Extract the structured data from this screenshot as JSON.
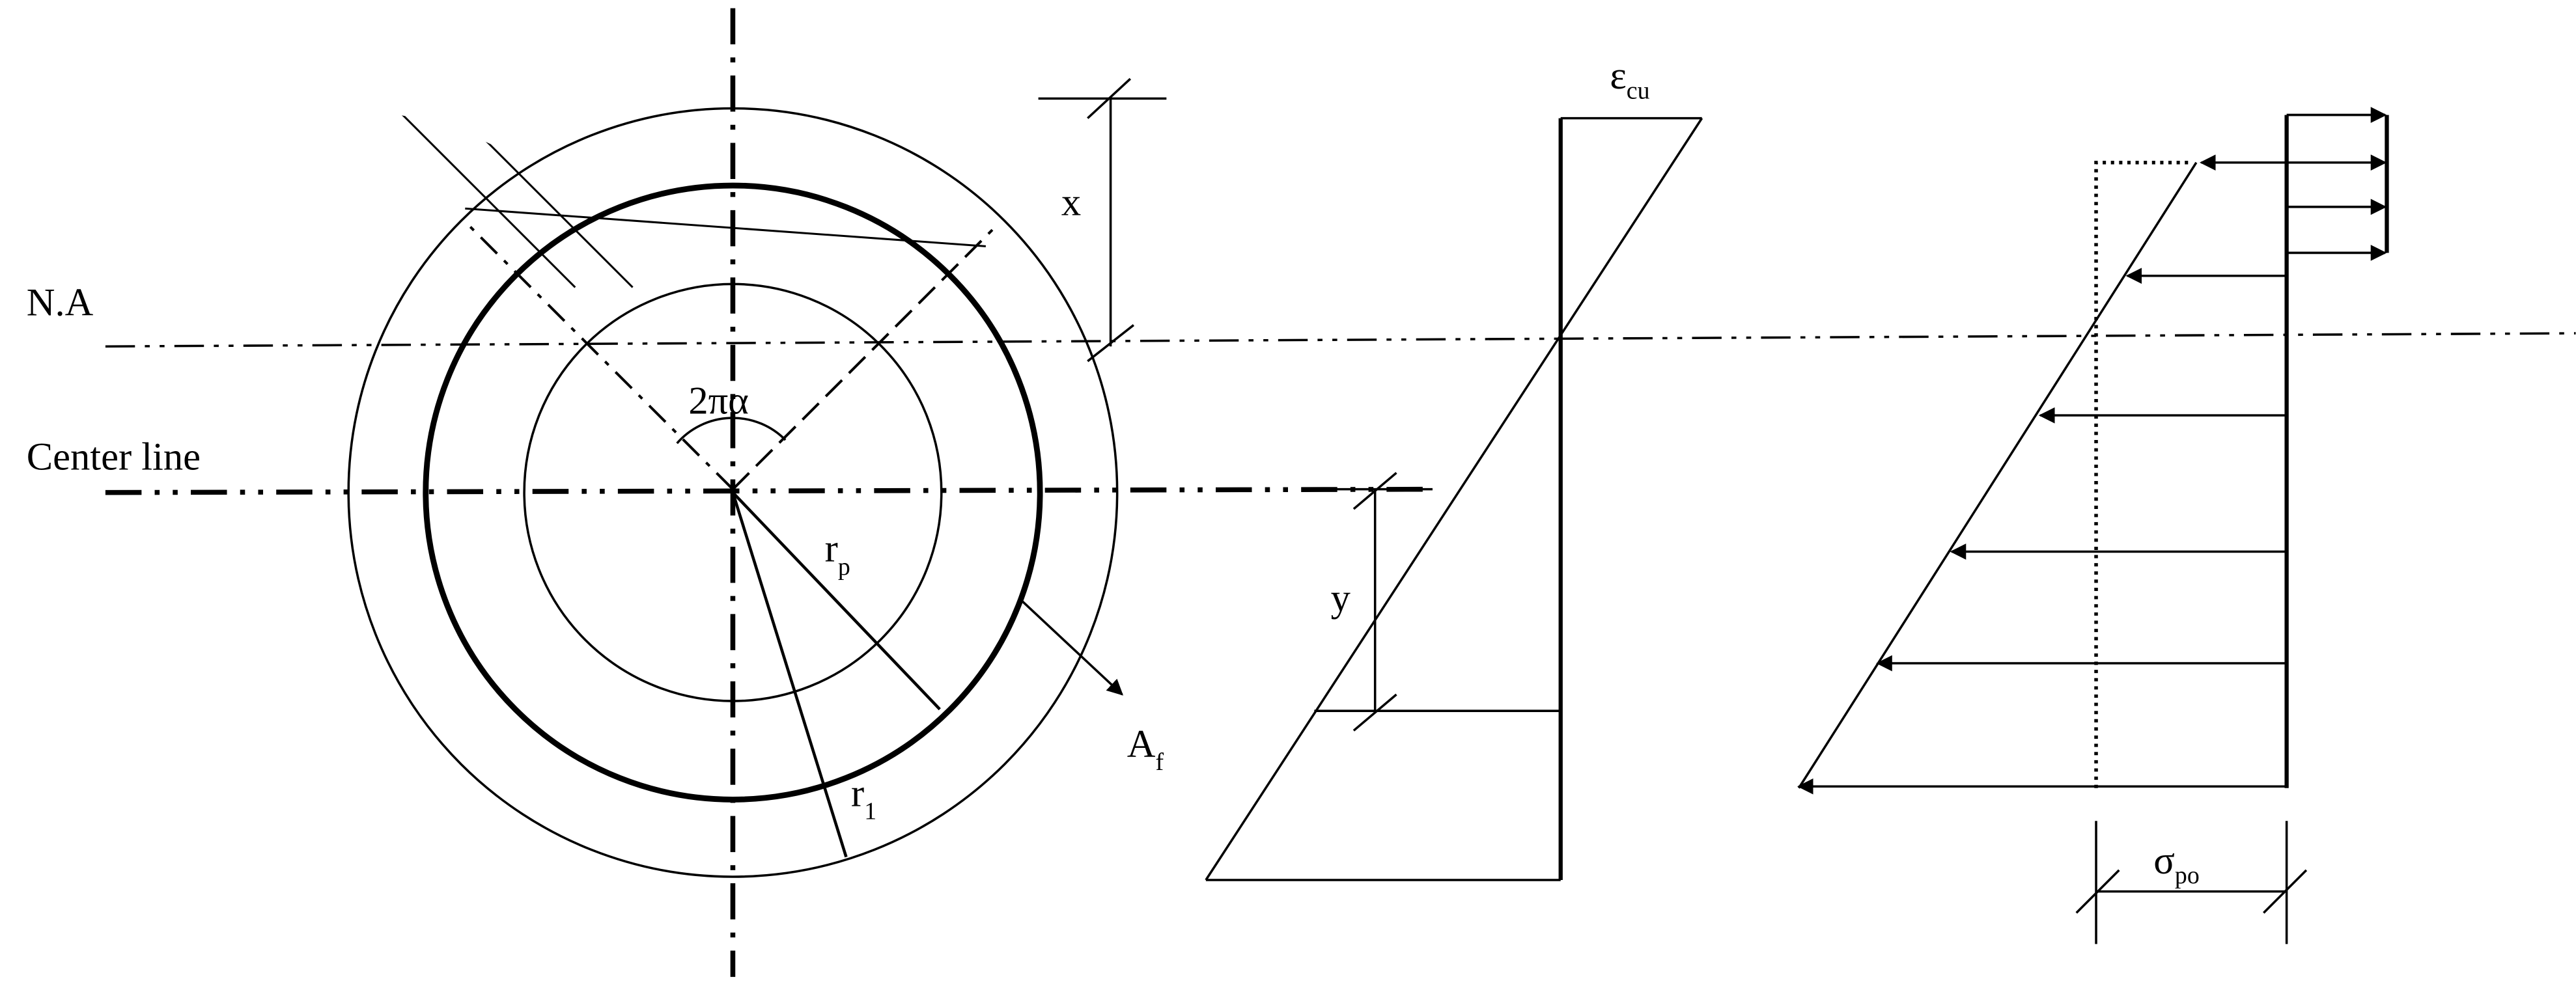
{
  "labels": {
    "neutral_axis": "N.A",
    "center_line": "Center line",
    "angle": "2πα",
    "x": "x",
    "y": "y",
    "r_p_main": "r",
    "r_p_sub": "p",
    "r_1_main": "r",
    "r_1_sub": "1",
    "a_f_main": "A",
    "a_f_sub": "f",
    "eps_main": "ε",
    "eps_sub": "cu",
    "sigma_main": "σ",
    "sigma_sub": "po"
  }
}
